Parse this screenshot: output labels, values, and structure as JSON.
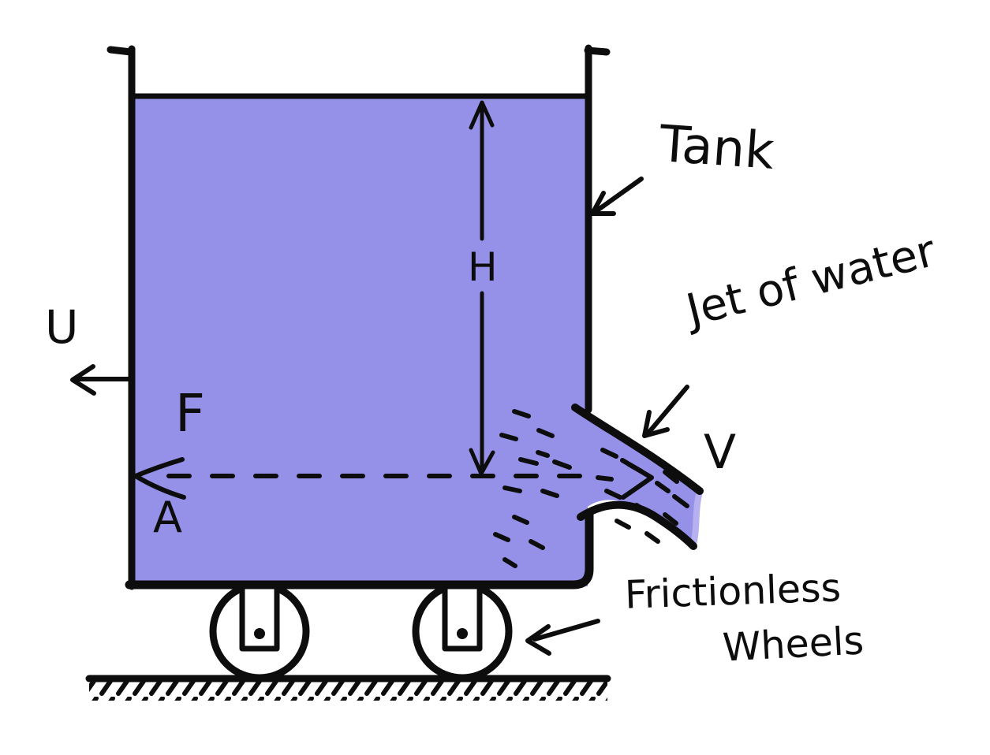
{
  "labels": {
    "tank": "Tank",
    "jet_of_water": "Jet of water",
    "frictionless_line1": "Frictionless",
    "frictionless_line2": "Wheels",
    "cart_velocity": "U",
    "force": "F",
    "outlet_area": "A",
    "water_height": "H",
    "jet_velocity": "V"
  },
  "colors": {
    "water_fill": "#9691E8",
    "jet_edge": "#B7B0F1",
    "ink": "#0D0D0D"
  }
}
